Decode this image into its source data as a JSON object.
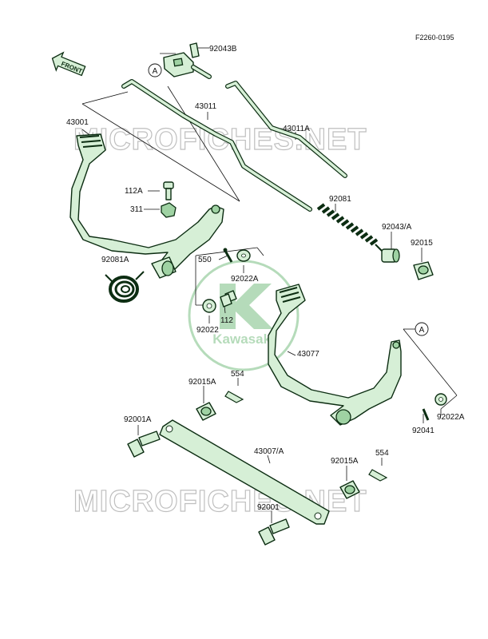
{
  "figure_code": "F2260-0195",
  "front_tag": "FRONT",
  "watermark": {
    "text": "MICROFICHES.NET",
    "logo": "Kawasaki",
    "logo_color": "#2e9a3c"
  },
  "colors": {
    "part_fill": "#d6efd6",
    "part_stroke": "#0c2d12",
    "watermark": "#bfbfbf"
  },
  "callouts": [
    {
      "id": "c-92043b",
      "text": "92043B"
    },
    {
      "id": "c-43011",
      "text": "43011"
    },
    {
      "id": "c-43011a",
      "text": "43011A"
    },
    {
      "id": "c-43001",
      "text": "43001"
    },
    {
      "id": "c-112a",
      "text": "112A"
    },
    {
      "id": "c-311",
      "text": "311"
    },
    {
      "id": "c-92081",
      "text": "92081"
    },
    {
      "id": "c-92043a",
      "text": "92043/A"
    },
    {
      "id": "c-92015",
      "text": "92015"
    },
    {
      "id": "c-92081a",
      "text": "92081A"
    },
    {
      "id": "c-550",
      "text": "550"
    },
    {
      "id": "c-92022a1",
      "text": "92022A"
    },
    {
      "id": "c-92022",
      "text": "92022"
    },
    {
      "id": "c-112",
      "text": "112"
    },
    {
      "id": "c-43077",
      "text": "43077"
    },
    {
      "id": "c-92015a1",
      "text": "92015A"
    },
    {
      "id": "c-554a",
      "text": "554"
    },
    {
      "id": "c-92022a2",
      "text": "92022A"
    },
    {
      "id": "c-92041",
      "text": "92041"
    },
    {
      "id": "c-92001a",
      "text": "92001A"
    },
    {
      "id": "c-43007a",
      "text": "43007/A"
    },
    {
      "id": "c-92015a2",
      "text": "92015A"
    },
    {
      "id": "c-554b",
      "text": "554"
    },
    {
      "id": "c-92001",
      "text": "92001"
    }
  ],
  "ref_markers": [
    "A",
    "A"
  ]
}
